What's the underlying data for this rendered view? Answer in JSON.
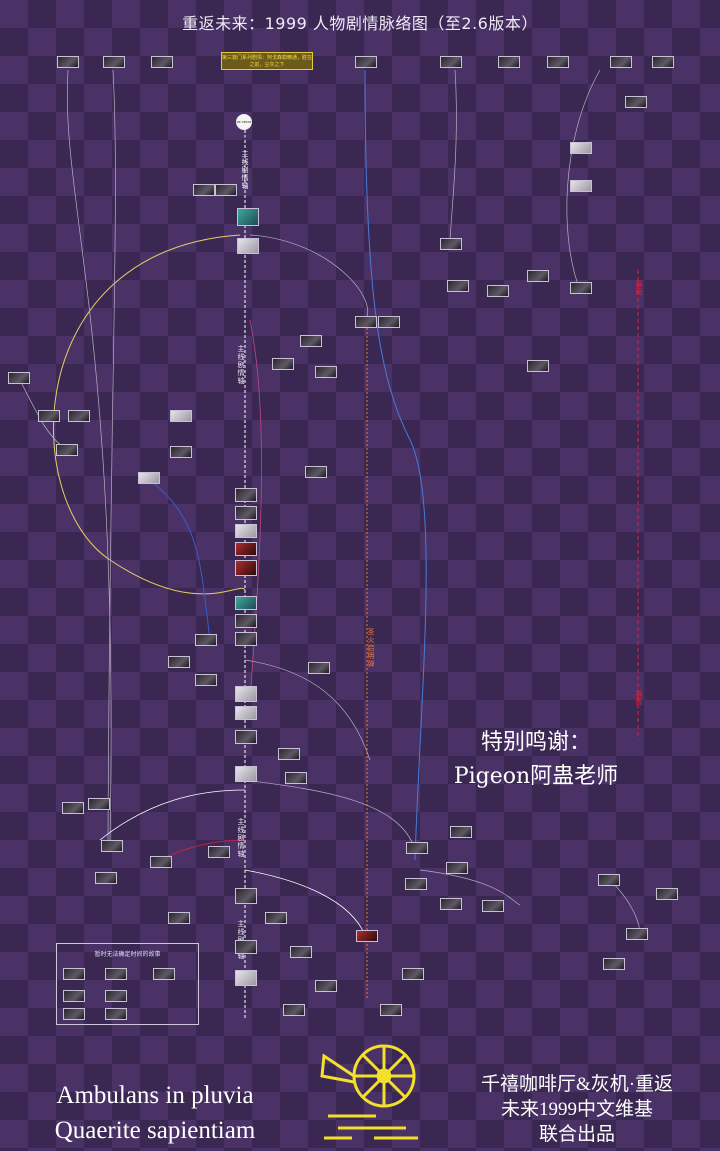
{
  "header": {
    "title": "重返未来：1999 人物剧情脉络图（至2.6版本）"
  },
  "diagram": {
    "note_box": "第三篇门系列剧情：阿戈森勒精通，胜在之前，尘灰之下",
    "start_label": "RE:VERSE 1999",
    "mainline_labels": [
      "主线剧情轴",
      "主线剧情轴",
      "主线剧情轴",
      "主线剧情轴"
    ],
    "side_label_orange": "圣火启明弹",
    "side_label_red_top": "暴雨",
    "side_label_red_bottom": "暴雨",
    "legend_title": "暂时无法确定时间的故事"
  },
  "colors": {
    "background": "#4a3266",
    "diamond": "#3a2852",
    "mainline": "#ffffff",
    "orange_line": "#f07a2a",
    "red_line": "#e0203a",
    "blue_line": "#4a7ad8",
    "yellow_line": "#e8d060",
    "logo": "#f2e02c"
  },
  "footer": {
    "thanks_line1": "特别鸣谢：",
    "thanks_line2": "Pigeon阿蛊老师",
    "motto_line1": "Ambulans in pluvia",
    "motto_line2": "Quaerite sapientiam",
    "credit_line1": "千禧咖啡厅&灰机·重返",
    "credit_line2": "未来1999中文维基",
    "credit_line3": "联合出品",
    "logo_icon": "wheel-logo-icon"
  }
}
